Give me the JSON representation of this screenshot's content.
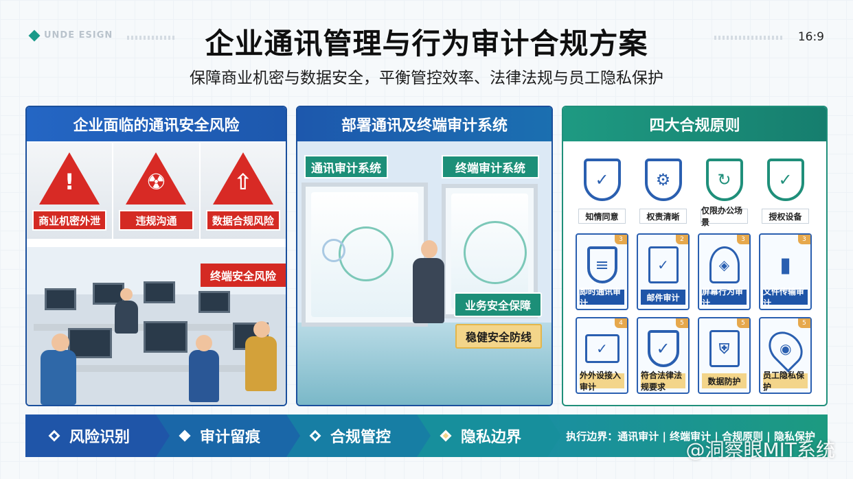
{
  "brand": {
    "text": "UNDE ESIGN"
  },
  "ratio": "16:9",
  "title": "企业通讯管理与行为审计合规方案",
  "subtitle": "保障商业机密与数据安全，平衡管控效率、法律法规与员工隐私保护",
  "panel1": {
    "title": "企业面临的通讯安全风险",
    "risks": [
      {
        "label": "商业机密外泄",
        "glyph": "!"
      },
      {
        "label": "违规沟通",
        "glyph": "☢"
      },
      {
        "label": "数据合规风险",
        "glyph": "⇧"
      }
    ],
    "office_tag": "终端安全风险"
  },
  "panel2": {
    "title": "部署通讯及终端审计系统",
    "system_left": "通讯审计系统",
    "system_right": "终端审计系统",
    "tag_green": "业务安全保障",
    "tag_gold": "稳健安全防线"
  },
  "panel3": {
    "title": "四大合规原则",
    "row1": [
      {
        "label": "知情同意",
        "icon": "shield-check-icon",
        "glyph": "✓"
      },
      {
        "label": "权责清晰",
        "icon": "shield-gear-icon",
        "glyph": "⚙"
      },
      {
        "label": "仅限办公场景",
        "icon": "shield-refresh-icon",
        "glyph": "↻"
      },
      {
        "label": "授权设备",
        "icon": "shield-check-icon",
        "glyph": "✓"
      }
    ],
    "row2": [
      {
        "label": "即时通讯审计",
        "num": "3",
        "icon": "chat-shield-icon",
        "glyph": "≡"
      },
      {
        "label": "邮件审计",
        "num": "2",
        "icon": "mail-doc-icon",
        "glyph": "✓"
      },
      {
        "label": "屏幕行为审计",
        "num": "3",
        "icon": "layers-icon",
        "glyph": "◈"
      },
      {
        "label": "文件传输审计",
        "num": "3",
        "icon": "bar-chart-icon",
        "glyph": "▮"
      }
    ],
    "row3": [
      {
        "label": "外外设接入审计",
        "num": "4",
        "icon": "device-check-icon",
        "glyph": "✓"
      },
      {
        "label": "符合法律法规要求",
        "num": "5",
        "icon": "stack-check-icon",
        "glyph": "✓"
      },
      {
        "label": "数据防护",
        "num": "5",
        "icon": "doc-shield-icon",
        "glyph": "⛨"
      },
      {
        "label": "员工隐私保护",
        "num": "5",
        "icon": "location-layers-icon",
        "glyph": "◉"
      }
    ]
  },
  "bottom": {
    "segments": [
      {
        "label": "风险识别"
      },
      {
        "label": "审计留痕"
      },
      {
        "label": "合规管控"
      },
      {
        "label": "隐私边界"
      }
    ],
    "exec": "执行边界：通讯审计 | 终端审计 | 合规原则 | 隐私保护"
  },
  "watermark": "@洞察眼MIT系统",
  "colors": {
    "blue": "#1f55a8",
    "green": "#1f8f7a",
    "red": "#d42a23",
    "gold": "#f3d58a"
  }
}
